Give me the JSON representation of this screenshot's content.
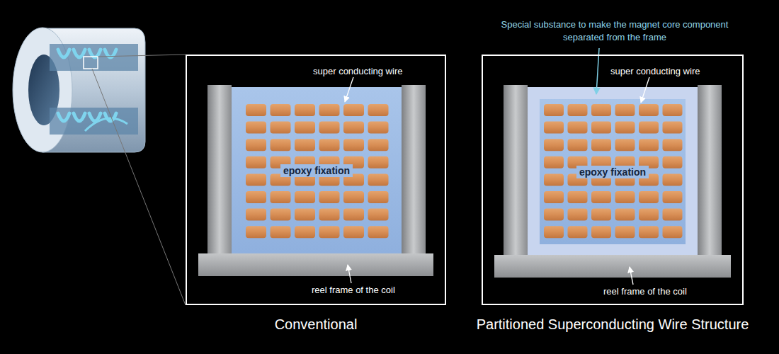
{
  "diagram": {
    "nodes": [
      {
        "text": [
          "Conventional"
        ]
      },
      {
        "text": [
          "epoxy fixation"
        ],
        "in": 0
      },
      {
        "text": [
          "Partitioned Superconducting Wire Structure"
        ]
      },
      {
        "text": [
          "epoxy fixation"
        ],
        "in": 2
      }
    ],
    "labels": [
      "super conducting wire",
      "reel frame of the coil",
      "Special substance to make the magnet core component separated from the frame",
      "super conducting wire",
      "reel frame of the coil"
    ]
  }
}
